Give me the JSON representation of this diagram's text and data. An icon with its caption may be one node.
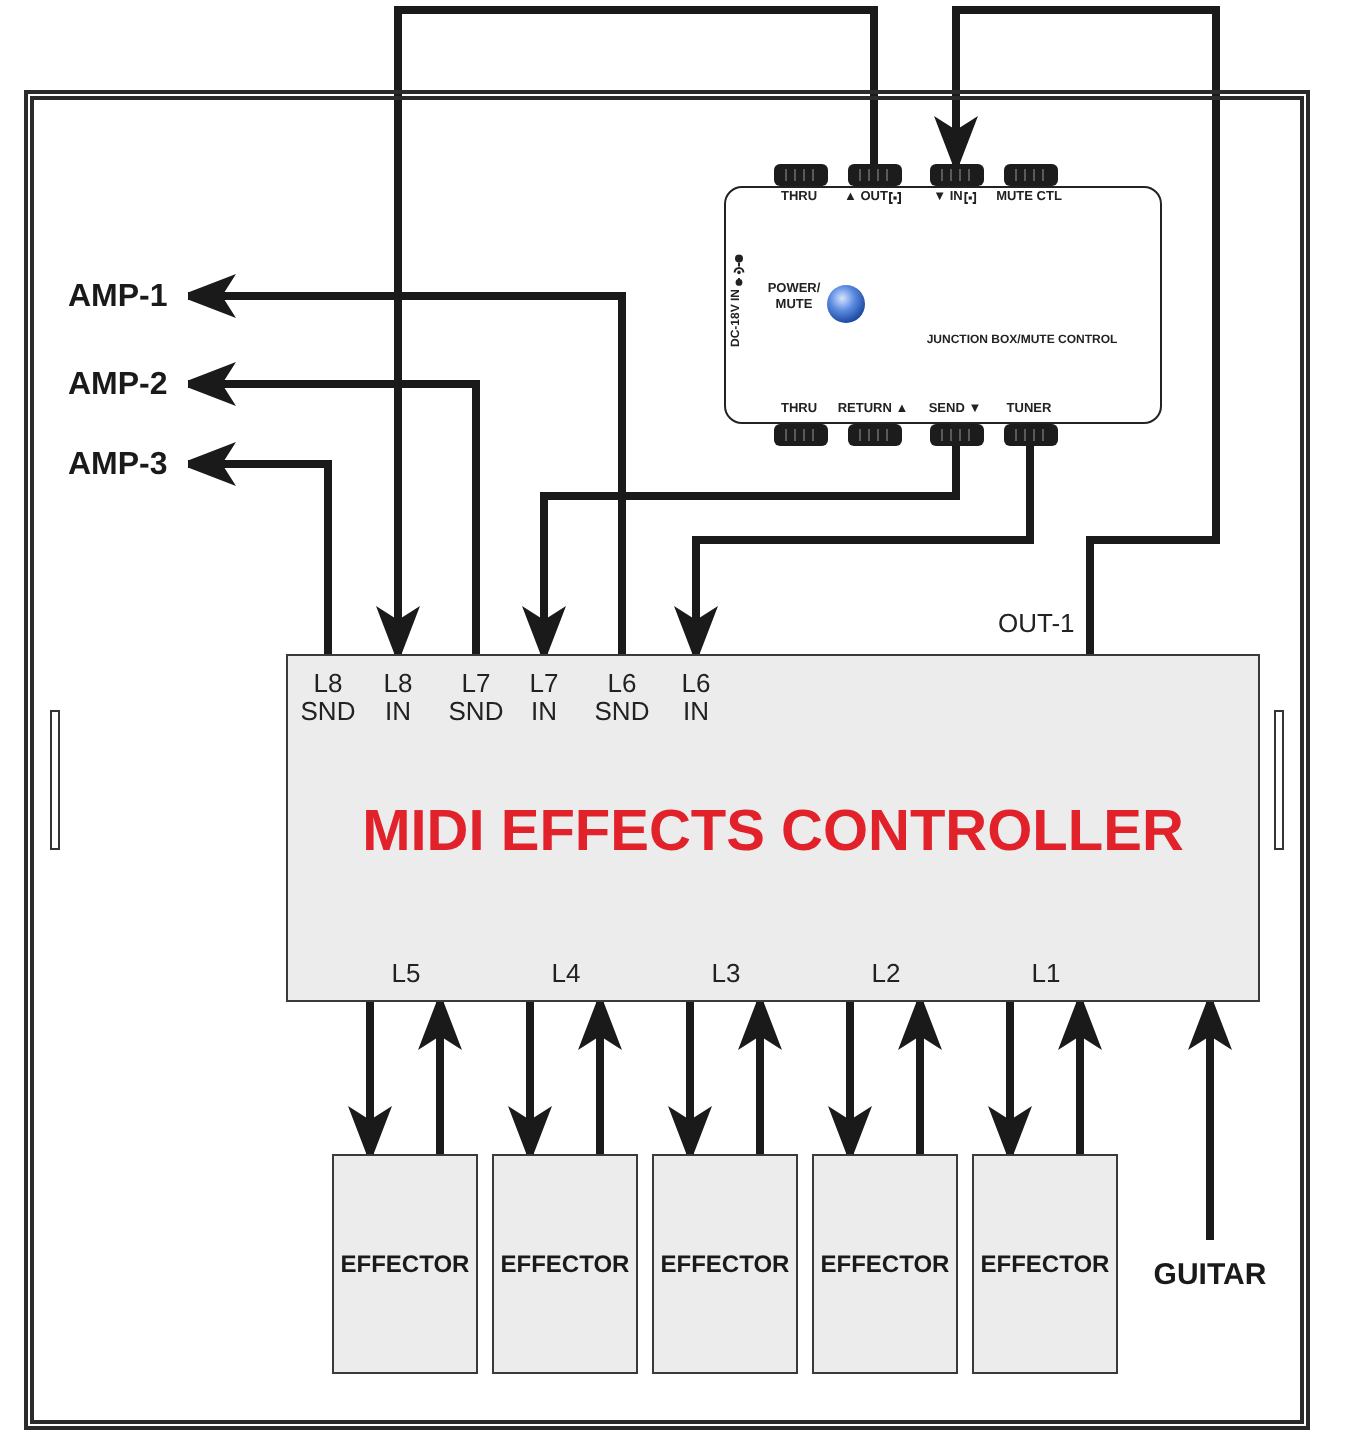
{
  "diagram": {
    "nodes": [
      {
        "text": [],
        "shape": "box"
      },
      {
        "text": [
          "THRU",
          "▲ OUT",
          "▼ IN",
          "MUTE CTL",
          "DC-18V IN",
          "POWER/ MUTE",
          "JUNCTION BOX/MUTE CONTROL",
          "THRU",
          "RETURN ▲",
          "SEND ▼",
          "TUNER"
        ],
        "in": 0
      },
      {
        "text": [],
        "shape": "box",
        "in": 0
      },
      {
        "text": [],
        "shape": "box",
        "in": 0
      },
      {
        "text": [],
        "shape": "box",
        "in": 0
      },
      {
        "text": [],
        "shape": "box",
        "in": 0
      },
      {
        "text": [],
        "shape": "box",
        "in": 0
      },
      {
        "text": [],
        "shape": "box",
        "in": 0
      },
      {
        "text": [],
        "shape": "box",
        "in": 0
      },
      {
        "text": [],
        "shape": "box",
        "in": 0
      },
      {
        "text": [
          "AMP-1"
        ],
        "in": 0
      },
      {
        "text": [
          "AMP-2"
        ],
        "in": 0
      },
      {
        "text": [
          "AMP-3"
        ],
        "in": 0
      },
      {
        "text": [
          "MIDI EFFECTS CONTROLLER"
        ],
        "in": 0
      },
      {
        "text": [
          "L8 SND"
        ],
        "in": 13
      },
      {
        "text": [
          "L8 IN"
        ],
        "in": 13
      },
      {
        "text": [
          "L7 SND"
        ],
        "in": 13
      },
      {
        "text": [
          "L7 IN"
        ],
        "in": 13
      },
      {
        "text": [
          "L6 SND"
        ],
        "in": 13
      },
      {
        "text": [
          "L6 IN"
        ],
        "in": 13
      },
      {
        "text": [
          "L5"
        ],
        "in": 13
      },
      {
        "text": [
          "L4"
        ],
        "in": 13
      },
      {
        "text": [
          "L3"
        ],
        "in": 13
      },
      {
        "text": [
          "L2"
        ],
        "in": 13
      },
      {
        "text": [
          "L1"
        ],
        "in": 13
      },
      {
        "text": [
          "EFFECTOR"
        ],
        "in": 0
      },
      {
        "text": [
          "EFFECTOR"
        ],
        "in": 0
      },
      {
        "text": [
          "EFFECTOR"
        ],
        "in": 0
      },
      {
        "text": [
          "EFFECTOR"
        ],
        "in": 0
      },
      {
        "text": [
          "EFFECTOR"
        ],
        "in": 0
      },
      {
        "text": [
          "GUITAR"
        ],
        "in": 0
      }
    ],
    "edges": [
      {
        "from": 3,
        "to": 15,
        "arrow": "to"
      },
      {
        "from": 13,
        "to": 4,
        "arrow": "to",
        "label": "OUT-1"
      },
      {
        "from": 8,
        "to": 17,
        "arrow": "to"
      },
      {
        "from": 9,
        "to": 19,
        "arrow": "to"
      },
      {
        "from": 14,
        "to": 12,
        "arrow": "to"
      },
      {
        "from": 16,
        "to": 11,
        "arrow": "to"
      },
      {
        "from": 18,
        "to": 10,
        "arrow": "to"
      },
      {
        "from": 20,
        "to": 25,
        "arrow": "to"
      },
      {
        "from": 25,
        "to": 20,
        "arrow": "to"
      },
      {
        "from": 21,
        "to": 26,
        "arrow": "to"
      },
      {
        "from": 26,
        "to": 21,
        "arrow": "to"
      },
      {
        "from": 22,
        "to": 27,
        "arrow": "to"
      },
      {
        "from": 27,
        "to": 22,
        "arrow": "to"
      },
      {
        "from": 23,
        "to": 28,
        "arrow": "to"
      },
      {
        "from": 28,
        "to": 23,
        "arrow": "to"
      },
      {
        "from": 24,
        "to": 29,
        "arrow": "to"
      },
      {
        "from": 29,
        "to": 24,
        "arrow": "to"
      },
      {
        "from": 30,
        "to": 13,
        "arrow": "to"
      }
    ]
  }
}
